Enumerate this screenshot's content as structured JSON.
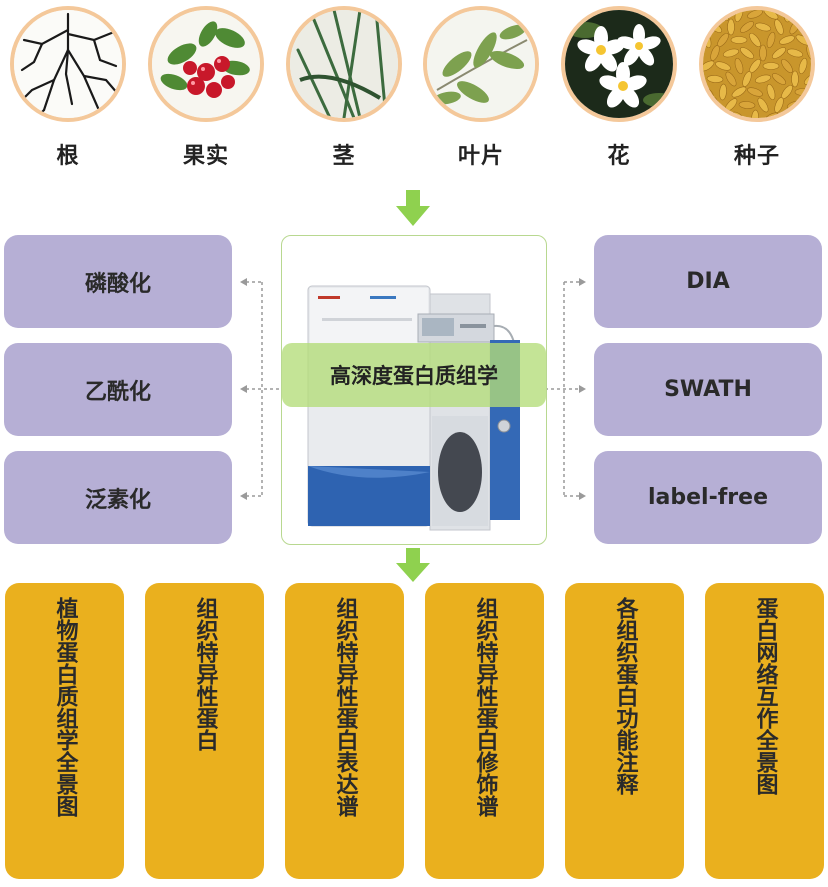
{
  "tissues": [
    {
      "label": "根",
      "icon": "root-icon"
    },
    {
      "label": "果实",
      "icon": "berry-icon"
    },
    {
      "label": "茎",
      "icon": "stem-icon"
    },
    {
      "label": "叶片",
      "icon": "leaf-icon"
    },
    {
      "label": "花",
      "icon": "flower-icon"
    },
    {
      "label": "种子",
      "icon": "seed-icon"
    }
  ],
  "left_methods": [
    "磷酸化",
    "乙酰化",
    "泛素化"
  ],
  "center": {
    "title": "高深度蛋白质组学",
    "image": "mass-spectrometer"
  },
  "right_methods": [
    "DIA",
    "SWATH",
    "label-free"
  ],
  "outputs": [
    "植物蛋白质组学全景图",
    "组织特异性蛋白",
    "组织特异性蛋白表达谱",
    "组织特异性蛋白修饰谱",
    "各组织蛋白功能注释",
    "蛋白网络互作全景图"
  ],
  "colors": {
    "purple_box": "#b6afd5",
    "yellow_box": "#eab01e",
    "green_arrow": "#8fd14f",
    "circle_border": "#f4c89a"
  }
}
